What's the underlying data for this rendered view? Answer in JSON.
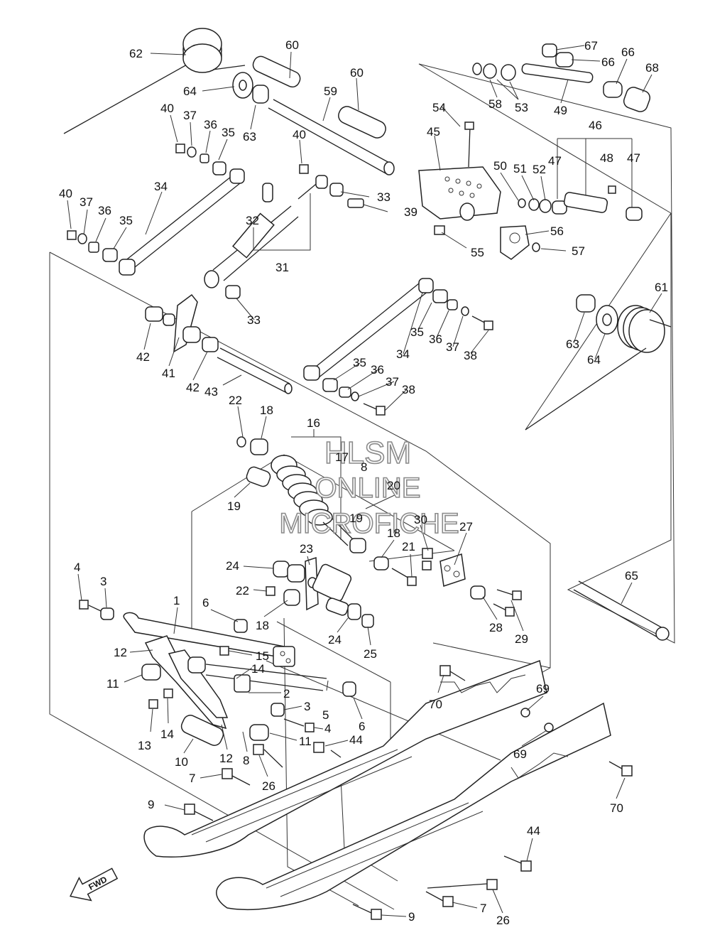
{
  "watermark": {
    "line1": "HLSM",
    "line2": "ONLINE",
    "line3": "MICROFICHE"
  },
  "fwd_label": "FWD",
  "callouts": [
    {
      "id": "c62a",
      "text": "62"
    },
    {
      "id": "c60a",
      "text": "60"
    },
    {
      "id": "c60b",
      "text": "60"
    },
    {
      "id": "c64a",
      "text": "64"
    },
    {
      "id": "c59",
      "text": "59"
    },
    {
      "id": "c63a",
      "text": "63"
    },
    {
      "id": "c40a",
      "text": "40"
    },
    {
      "id": "c37a",
      "text": "37"
    },
    {
      "id": "c36a",
      "text": "36"
    },
    {
      "id": "c35a",
      "text": "35"
    },
    {
      "id": "c40b",
      "text": "40"
    },
    {
      "id": "c54",
      "text": "54"
    },
    {
      "id": "c45",
      "text": "45"
    },
    {
      "id": "c58",
      "text": "58"
    },
    {
      "id": "c53",
      "text": "53"
    },
    {
      "id": "c49",
      "text": "49"
    },
    {
      "id": "c67",
      "text": "67"
    },
    {
      "id": "c66a",
      "text": "66"
    },
    {
      "id": "c66b",
      "text": "66"
    },
    {
      "id": "c68",
      "text": "68"
    },
    {
      "id": "c46",
      "text": "46"
    },
    {
      "id": "c47a",
      "text": "47"
    },
    {
      "id": "c48",
      "text": "48"
    },
    {
      "id": "c47b",
      "text": "47"
    },
    {
      "id": "c50",
      "text": "50"
    },
    {
      "id": "c51",
      "text": "51"
    },
    {
      "id": "c52",
      "text": "52"
    },
    {
      "id": "c56",
      "text": "56"
    },
    {
      "id": "c57",
      "text": "57"
    },
    {
      "id": "c55",
      "text": "55"
    },
    {
      "id": "c40c",
      "text": "40"
    },
    {
      "id": "c37b",
      "text": "37"
    },
    {
      "id": "c36b",
      "text": "36"
    },
    {
      "id": "c35b",
      "text": "35"
    },
    {
      "id": "c34a",
      "text": "34"
    },
    {
      "id": "c32",
      "text": "32"
    },
    {
      "id": "c31",
      "text": "31"
    },
    {
      "id": "c33a",
      "text": "33"
    },
    {
      "id": "c39",
      "text": "39"
    },
    {
      "id": "c33b",
      "text": "33"
    },
    {
      "id": "c61",
      "text": "61"
    },
    {
      "id": "c63b",
      "text": "63"
    },
    {
      "id": "c64b",
      "text": "64"
    },
    {
      "id": "c35c",
      "text": "35"
    },
    {
      "id": "c36c",
      "text": "36"
    },
    {
      "id": "c37c",
      "text": "37"
    },
    {
      "id": "c38a",
      "text": "38"
    },
    {
      "id": "c34b",
      "text": "34"
    },
    {
      "id": "c35d",
      "text": "35"
    },
    {
      "id": "c36d",
      "text": "36"
    },
    {
      "id": "c37d",
      "text": "37"
    },
    {
      "id": "c38b",
      "text": "38"
    },
    {
      "id": "c42a",
      "text": "42"
    },
    {
      "id": "c41",
      "text": "41"
    },
    {
      "id": "c42b",
      "text": "42"
    },
    {
      "id": "c43",
      "text": "43"
    },
    {
      "id": "c22a",
      "text": "22"
    },
    {
      "id": "c18a",
      "text": "18"
    },
    {
      "id": "c16",
      "text": "16"
    },
    {
      "id": "c17",
      "text": "17"
    },
    {
      "id": "c8a",
      "text": "8"
    },
    {
      "id": "c20",
      "text": "20"
    },
    {
      "id": "c19a",
      "text": "19"
    },
    {
      "id": "c19b",
      "text": "19"
    },
    {
      "id": "c18b",
      "text": "18"
    },
    {
      "id": "c30",
      "text": "30"
    },
    {
      "id": "c27",
      "text": "27"
    },
    {
      "id": "c21",
      "text": "21"
    },
    {
      "id": "c23",
      "text": "23"
    },
    {
      "id": "c24a",
      "text": "24"
    },
    {
      "id": "c22b",
      "text": "22"
    },
    {
      "id": "c18c",
      "text": "18"
    },
    {
      "id": "c24b",
      "text": "24"
    },
    {
      "id": "c25",
      "text": "25"
    },
    {
      "id": "c28",
      "text": "28"
    },
    {
      "id": "c29",
      "text": "29"
    },
    {
      "id": "c65",
      "text": "65"
    },
    {
      "id": "c4a",
      "text": "4"
    },
    {
      "id": "c3a",
      "text": "3"
    },
    {
      "id": "c1",
      "text": "1"
    },
    {
      "id": "c6a",
      "text": "6"
    },
    {
      "id": "c12a",
      "text": "12"
    },
    {
      "id": "c15",
      "text": "15"
    },
    {
      "id": "c14a",
      "text": "14"
    },
    {
      "id": "c11a",
      "text": "11"
    },
    {
      "id": "c2",
      "text": "2"
    },
    {
      "id": "c3b",
      "text": "3"
    },
    {
      "id": "c5",
      "text": "5"
    },
    {
      "id": "c6b",
      "text": "6"
    },
    {
      "id": "c13",
      "text": "13"
    },
    {
      "id": "c14b",
      "text": "14"
    },
    {
      "id": "c4b",
      "text": "4"
    },
    {
      "id": "c10",
      "text": "10"
    },
    {
      "id": "c12b",
      "text": "12"
    },
    {
      "id": "c8b",
      "text": "8"
    },
    {
      "id": "c11b",
      "text": "11"
    },
    {
      "id": "c44a",
      "text": "44"
    },
    {
      "id": "c70a",
      "text": "70"
    },
    {
      "id": "c69a",
      "text": "69"
    },
    {
      "id": "c69b",
      "text": "69"
    },
    {
      "id": "c70b",
      "text": "70"
    },
    {
      "id": "c7a",
      "text": "7"
    },
    {
      "id": "c26a",
      "text": "26"
    },
    {
      "id": "c9a",
      "text": "9"
    },
    {
      "id": "c44b",
      "text": "44"
    },
    {
      "id": "c7b",
      "text": "7"
    },
    {
      "id": "c26b",
      "text": "26"
    },
    {
      "id": "c9b",
      "text": "9"
    }
  ]
}
